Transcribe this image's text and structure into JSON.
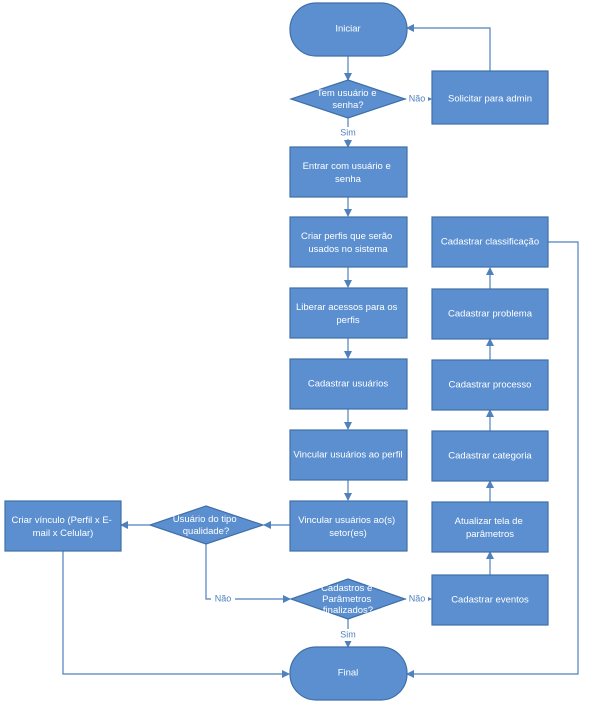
{
  "nodes": {
    "iniciar": "Iniciar",
    "tem_usuario": [
      "Tem usuário e",
      "senha?"
    ],
    "solicitar": "Solicitar para admin",
    "entrar": [
      "Entrar com usuário e",
      "senha"
    ],
    "criar_perfis": [
      "Criar perfis que serão",
      "usados no sistema"
    ],
    "liberar": [
      "Liberar acessos para os",
      "perfis"
    ],
    "cadastrar_usuarios": "Cadastrar usuários",
    "vincular_perfil": "Vincular usuários ao perfil",
    "vincular_setor": [
      "Vincular usuários ao(s)",
      "setor(es)"
    ],
    "usuario_qualidade": [
      "Usuário do tipo",
      "qualidade?"
    ],
    "criar_vinculo": [
      "Criar vínculo (Perfil x E-",
      "mail x Celular)"
    ],
    "cadastros_finalizados": [
      "Cadastros e",
      "Parâmetros",
      "finalizados?"
    ],
    "cadastrar_eventos": "Cadastrar eventos",
    "atualizar_tela": [
      "Atualizar tela de",
      "parâmetros"
    ],
    "cadastrar_categoria": "Cadastrar categoria",
    "cadastrar_processo": "Cadastrar processo",
    "cadastrar_problema": "Cadastrar problema",
    "cadastrar_classificacao": "Cadastrar classificação",
    "final": "Final"
  },
  "edge_labels": {
    "tem_nao": "Não",
    "tem_sim": "Sim",
    "qualidade_nao": "Não",
    "cadastros_nao": "Não",
    "cadastros_sim": "Sim"
  },
  "colors": {
    "fill": "#5b8fd0",
    "stroke": "#3f6fa8",
    "connector": "#4f81bd",
    "text": "#ffffff"
  }
}
